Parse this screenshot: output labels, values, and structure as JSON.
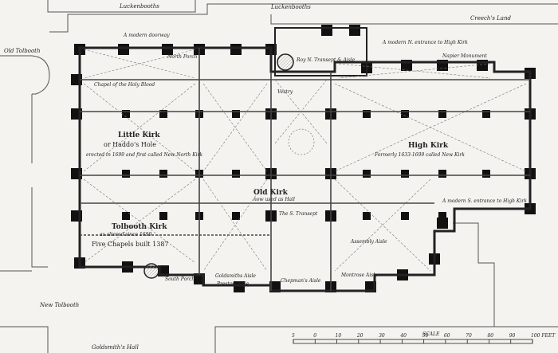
{
  "labels": {
    "luckenbooths_left": "Luckenbooths",
    "luckenbooths_right": "Luckenbooths",
    "creech_land": "Creech's Land",
    "old_tolbooth": "Old Tolbooth",
    "new_tolbooth": "New Tolbooth",
    "goldsmiths_hall": "Goldsmith's Hall",
    "modern_doorway": "A modern doorway",
    "north_porch": "North Porch",
    "chapel": "Chapel of the Holy Blood",
    "roy_transept": "Roy N. Transept & Aisle",
    "vestry": "Vestry",
    "modern_entrance_n": "A modern N. entrance to High Kirk",
    "napier_monument": "Napier Monument",
    "little_kirk": "Little Kirk",
    "haddos_hole": "or Haddo's Hole",
    "little_kirk_note": "erected in 1699 and first called New North Kirk",
    "high_kirk": "High Kirk",
    "high_kirk_note": "Formerly 1633-1699 called New Kirk",
    "old_kirk": "Old Kirk",
    "old_kirk_note": "now used as Hall",
    "s_transept": "The S. Transept",
    "modern_entrance_s": "A modern S. entrance to High Kirk",
    "tolbooth_kirk": "Tolbooth Kirk",
    "tolbooth_note": "as altered since 1699",
    "five_chapels": "Five Chapels built 1387",
    "assembly_aisle": "Assembly Aisle",
    "south_porch": "South Porch",
    "goldsmiths_aisle": "Goldsmiths Aisle",
    "preston_aisle": "Preston Aisle",
    "chepman_aisle": "Chepman's Aisle",
    "montrose_aisle": "Montrose Aisle",
    "scale": "SCALE",
    "scale_ticks": [
      "5",
      "0",
      "10",
      "20",
      "30",
      "40",
      "50",
      "60",
      "70",
      "80",
      "90",
      "100 FEET"
    ]
  }
}
